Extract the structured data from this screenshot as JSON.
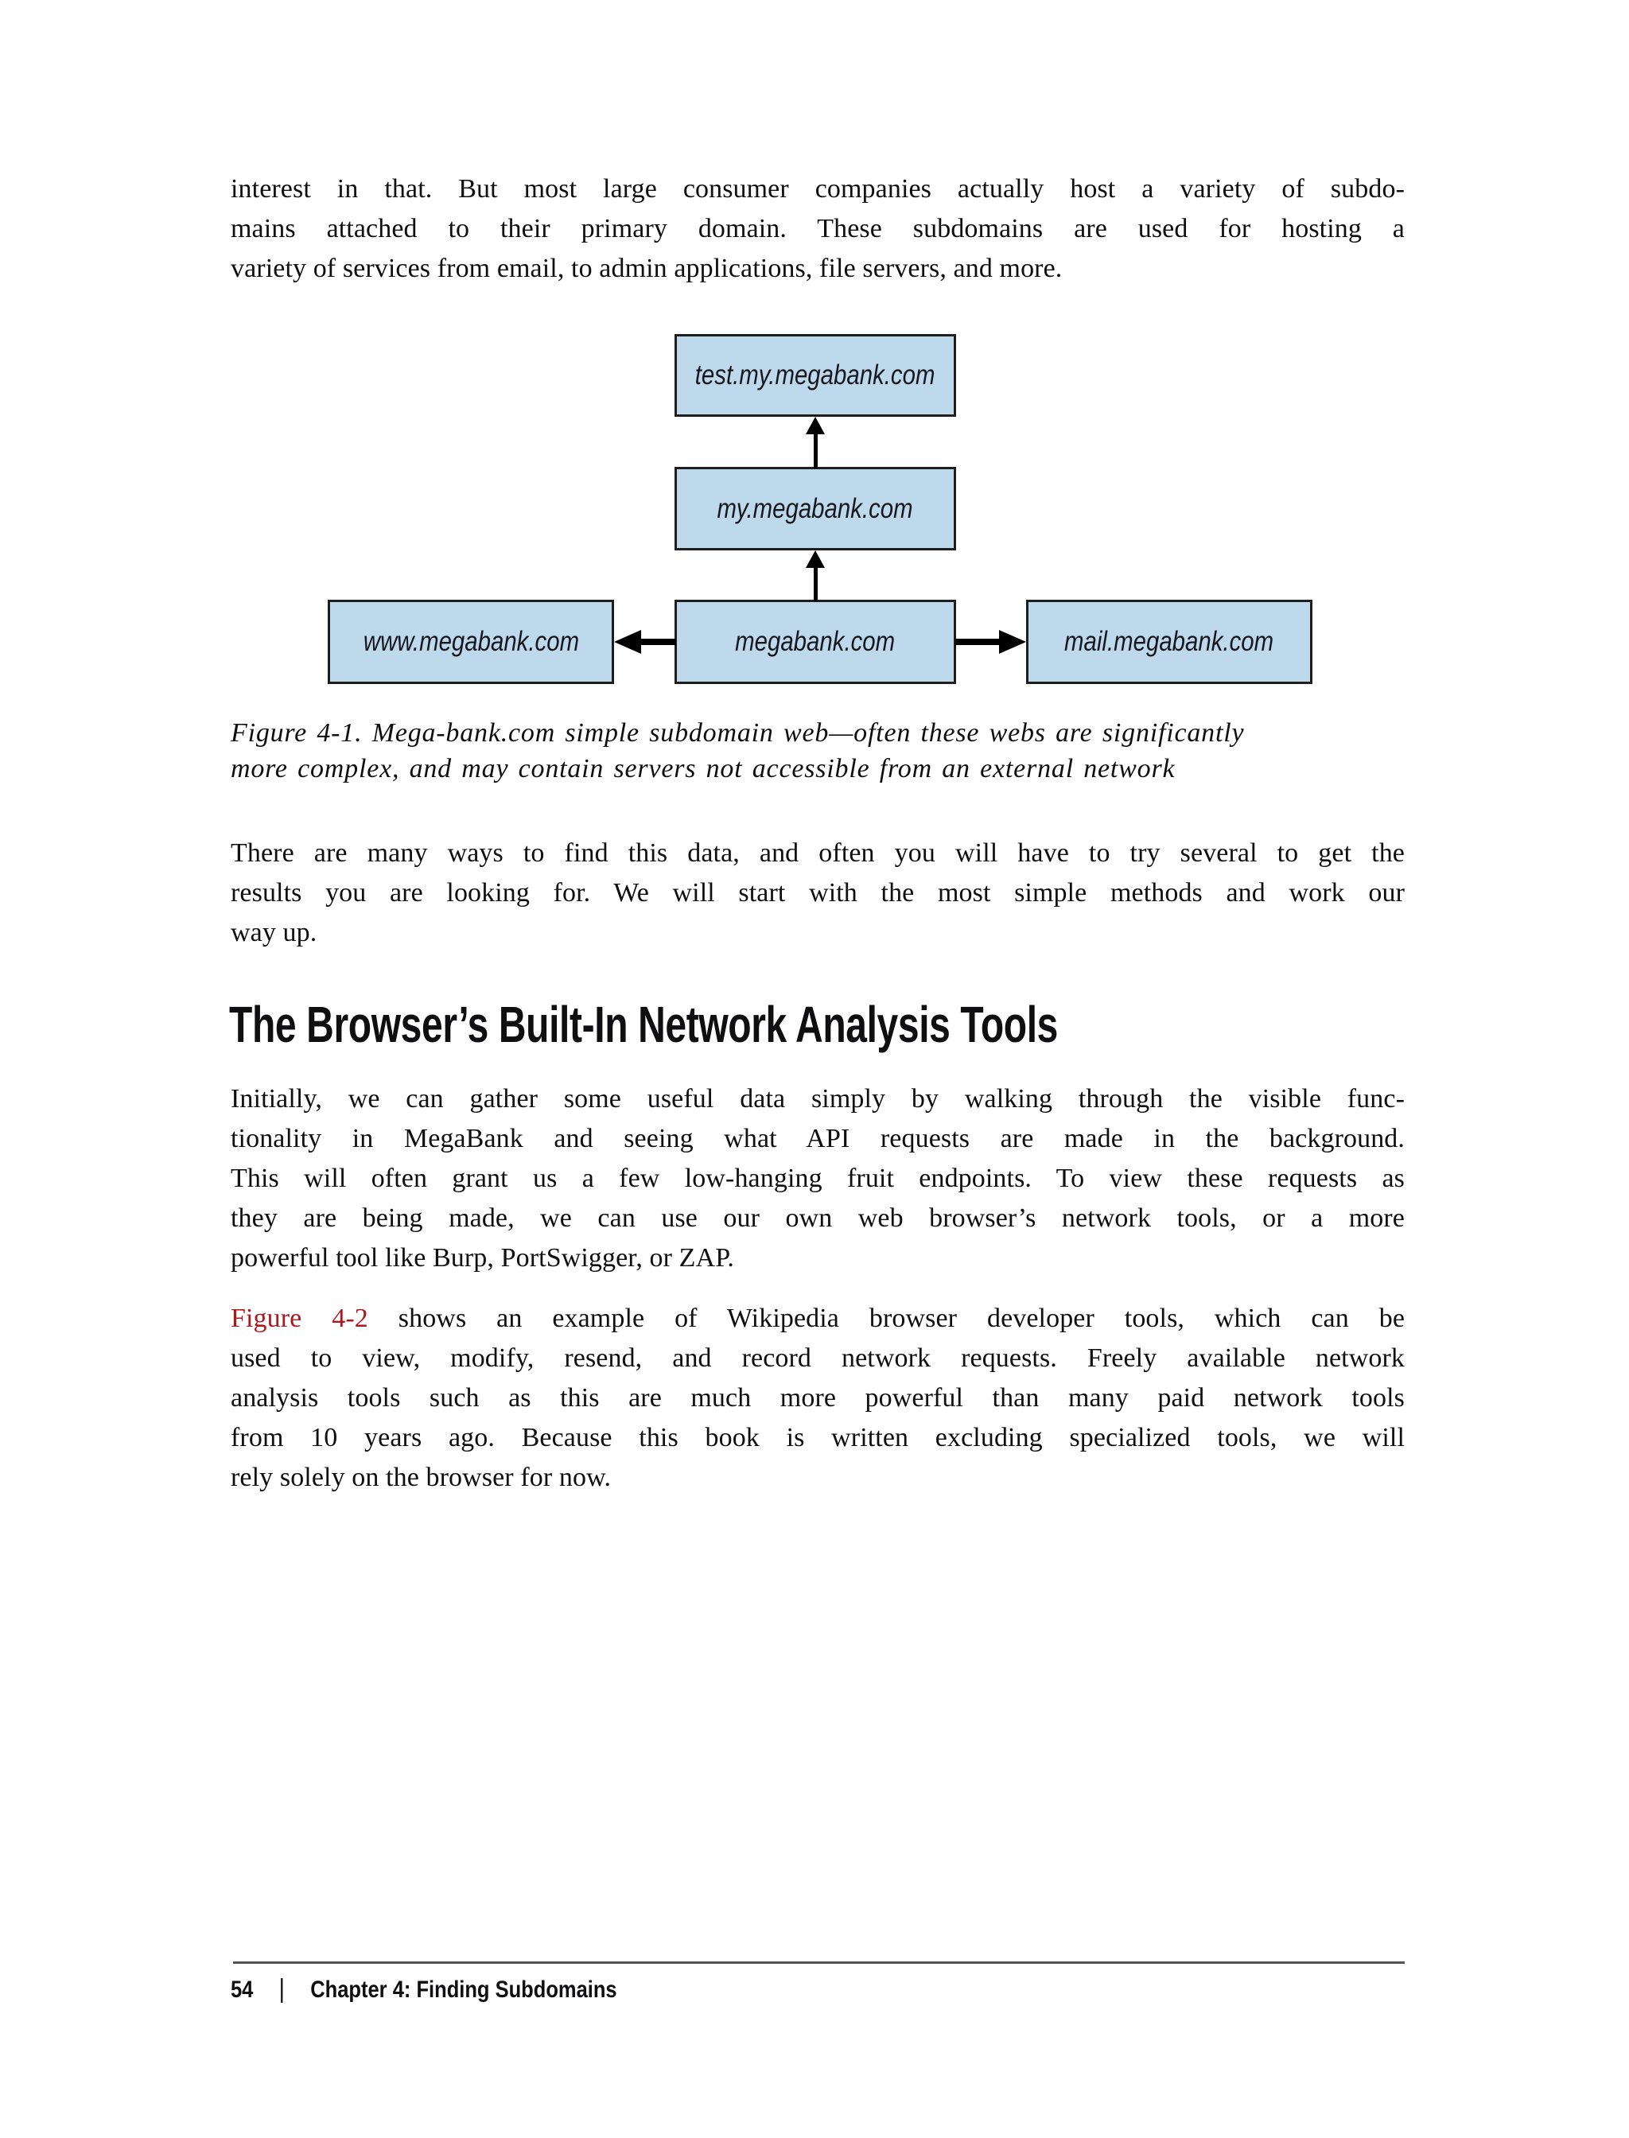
{
  "content": {
    "text_color": "#0f0f12",
    "background": "#ffffff",
    "paragraph1": {
      "lines": [
        "interest in that. But most large consumer companies actually host a variety of subdo-",
        "mains attached to their primary domain. These subdomains are used for hosting a",
        "variety of services from email, to admin applications, file servers, and more."
      ]
    },
    "figure": {
      "box_fill": "#bed8ec",
      "box_border": "#1e1e1e",
      "label_color": "#17171f",
      "boxes": {
        "top": "test.my.megabank.com",
        "middle": "my.megabank.com",
        "left": "www.megabank.com",
        "center": "megabank.com",
        "right": "mail.megabank.com"
      },
      "caption_lines": [
        "Figure 4-1. Mega-bank.com simple subdomain web—often these webs are significantly",
        "more complex, and may contain servers not accessible from an external network"
      ]
    },
    "paragraph2": {
      "lines": [
        "There are many ways to find this data, and often you will have to try several to get the",
        "results you are looking for. We will start with the most simple methods and work our",
        "way up."
      ]
    },
    "heading": "The Browser’s Built-In Network Analysis Tools",
    "paragraph3": {
      "lines": [
        "Initially, we can gather some useful data simply by walking through the visible func-",
        "tionality in MegaBank and seeing what API requests are made in the background.",
        "This will often grant us a few low-hanging fruit endpoints. To view these requests as",
        "they are being made, we can use our own web browser’s network tools, or a more",
        "powerful tool like Burp, PortSwigger, or ZAP."
      ]
    },
    "paragraph4": {
      "link_text": "Figure 4-2",
      "link_color": "#b01820",
      "first_line_rest": "shows an example of Wikipedia browser developer tools, which can be",
      "lines": [
        "used to view, modify, resend, and record network requests. Freely available network",
        "analysis tools such as this are much more powerful than many paid network tools",
        "from 10 years ago. Because this book is written excluding specialized tools, we will",
        "rely solely on the browser for now."
      ]
    },
    "footer": {
      "page_number": "54",
      "separator": "|",
      "chapter": "Chapter 4: Finding Subdomains",
      "rule_color": "#55525a"
    }
  }
}
